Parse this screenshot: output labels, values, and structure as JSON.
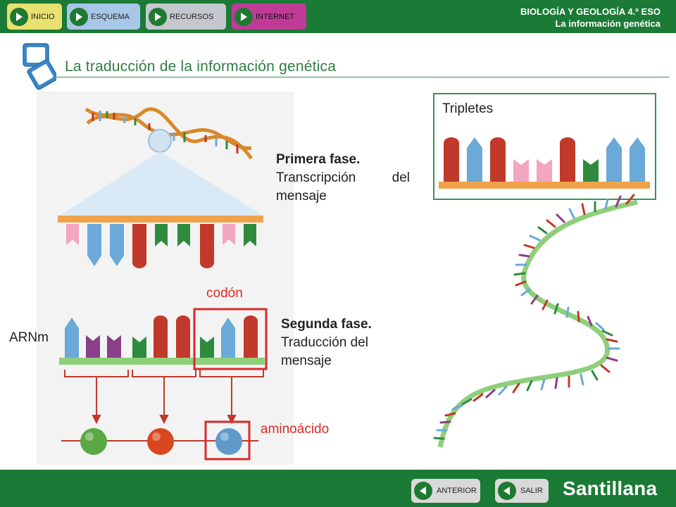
{
  "nav": {
    "inicio": "INICIO",
    "esquema": "ESQUEMA",
    "recursos": "RECURSOS",
    "internet": "INTERNET"
  },
  "course": {
    "subject": "BIOLOGÍA Y GEOLOGÍA 4.º ESO",
    "unit": "La información genética"
  },
  "slide": {
    "title": "La traducción de la información genética"
  },
  "figure": {
    "fase1_bold": "Primera fase.",
    "fase1_text": "Transcripción del mensaje",
    "fase2_bold": "Segunda fase.",
    "fase2_text": "Traducción del mensaje",
    "codon": "codón",
    "aminoacido": "aminoácido",
    "arnm": "ARNm",
    "tripletes": "Tripletes"
  },
  "footer": {
    "anterior": "ANTERIOR",
    "salir": "SALIR",
    "brand": "Santillana"
  },
  "colors": {
    "brand_green": "#1b7a35",
    "title_green": "#2f7d44",
    "highlight_red": "#d72b2b",
    "base_red": "#c0392b",
    "base_blue": "#6aa9d8",
    "base_green": "#2e8b3e",
    "base_pink": "#f2a6c0",
    "base_purple": "#8a3f8a"
  }
}
